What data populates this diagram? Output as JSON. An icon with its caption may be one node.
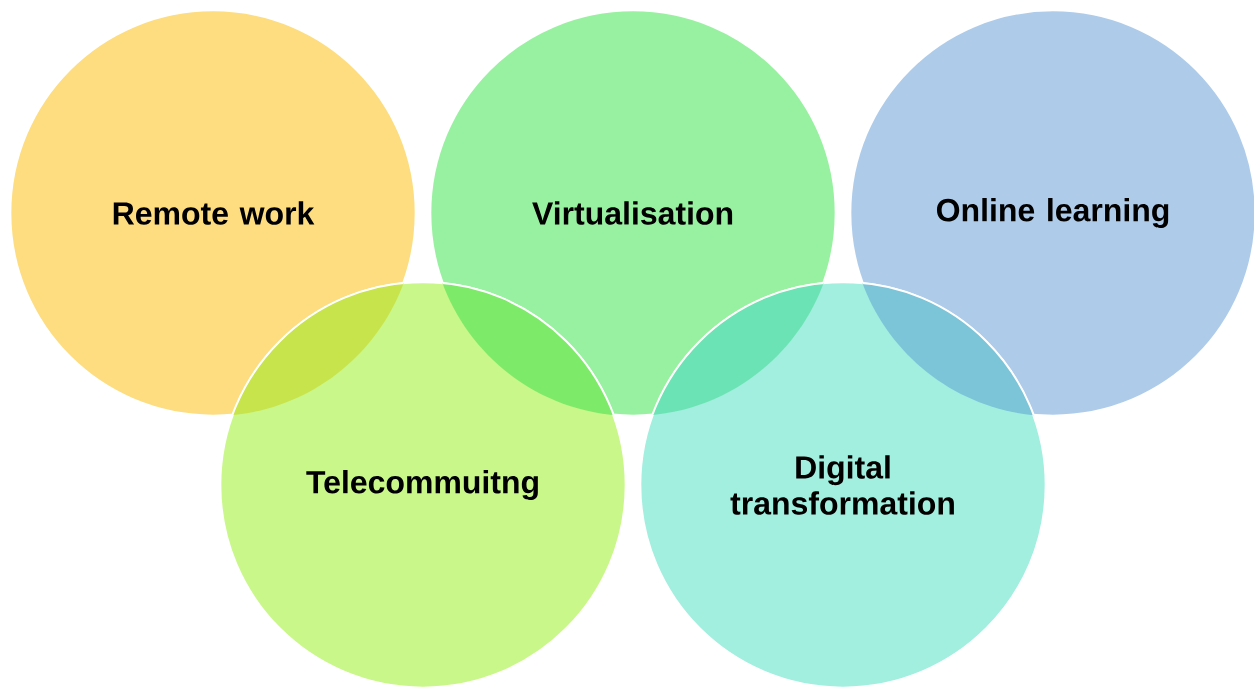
{
  "diagram": {
    "nodes": [
      {
        "text": [
          "Remote work"
        ]
      },
      {
        "text": [
          "Virtualisation"
        ]
      },
      {
        "text": [
          "Online learning"
        ]
      },
      {
        "text": [
          "Telecommuitng"
        ]
      },
      {
        "text": [
          "Digital transformation"
        ]
      }
    ]
  }
}
